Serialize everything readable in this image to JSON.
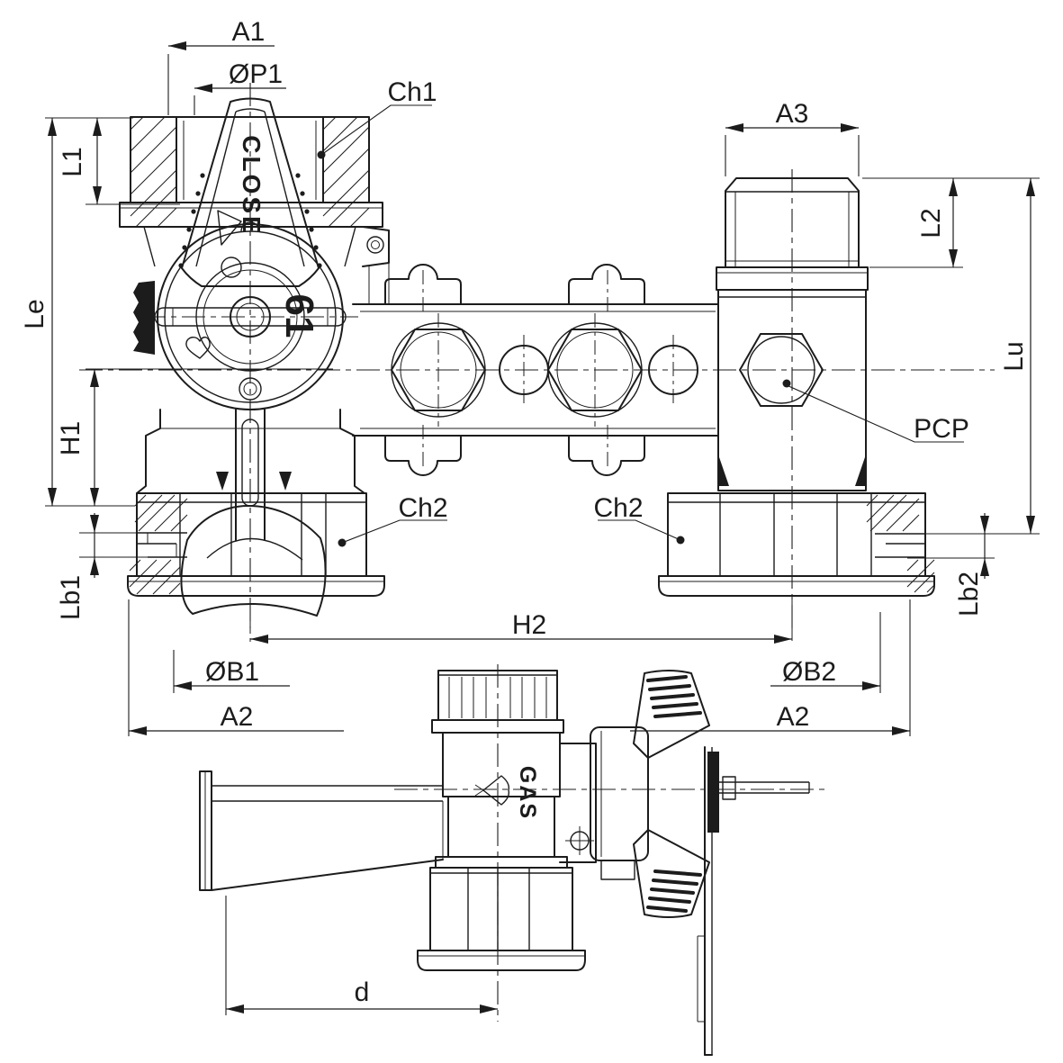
{
  "drawing": {
    "kind": "gas-ball-valve-technical-drawing",
    "background_color": "#ffffff",
    "line_color": "#1c1c1c"
  },
  "labels": {
    "a1": "A1",
    "p1": "ØP1",
    "ch1": "Ch1",
    "l1": "L1",
    "le": "Le",
    "h1": "H1",
    "lb1": "Lb1",
    "b1": "ØB1",
    "a2_left": "A2",
    "h2": "H2",
    "a3": "A3",
    "l2": "L2",
    "lu": "Lu",
    "pcp": "PCP",
    "ch2_left": "Ch2",
    "ch2_right": "Ch2",
    "lb2": "Lb2",
    "b2": "ØB2",
    "a2_right": "A2",
    "d": "d"
  },
  "markings": {
    "handle": "CLOSE",
    "dial": "61",
    "body": "GAS"
  }
}
